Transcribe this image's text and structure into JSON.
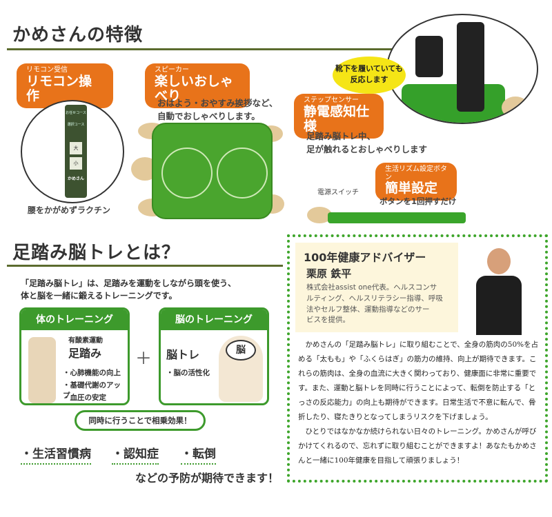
{
  "section1": {
    "title": "かめさんの特徴"
  },
  "remote": {
    "small": "リモコン受信",
    "big": "リモコン操作",
    "caption": "腰をかがめずラクチン",
    "panel_brand": "かめさん",
    "panel_lines": [
      "お任せコース",
      "選択コース",
      "大",
      "小"
    ]
  },
  "speaker": {
    "small": "スピーカー",
    "big": "楽しいおしゃべり",
    "text": "おはよう・おやすみ挨拶など、自動でおしゃべりします。"
  },
  "sensor": {
    "small": "ステップセンサー",
    "big": "静電感知仕様",
    "text_lines": [
      "足踏み脳トレ中、",
      "足が触れるとおしゃべりします"
    ]
  },
  "socks": {
    "lines": [
      "靴下を履いていても",
      "反応します"
    ]
  },
  "easy": {
    "small": "生活リズム設定ボタン",
    "big": "簡単設定",
    "power": "電源スイッチ",
    "button": "ボタンを1回押すだけ"
  },
  "section2": {
    "title": "足踏み脳トレとは？",
    "intro_lines": [
      "「足踏み脳トレ」は、足踏みを運動をしながら頭を使う、",
      "体と脳を一緒に鍛えるトレーニングです。"
    ]
  },
  "body_training": {
    "header": "体のトレーニング",
    "sub": "有酸素運動",
    "main": "足踏み",
    "bullets": [
      "・心肺機能の向上",
      "・基礎代謝のアップ",
      "・血圧の安定"
    ]
  },
  "plus": "＋",
  "brain_training": {
    "header": "脳のトレーニング",
    "main": "脳トレ",
    "bullet": "・脳の活性化",
    "head_text": "脳"
  },
  "synergy": "同時に行うことで相乗効果！",
  "diseases": [
    "・生活習慣病",
    "・認知症",
    "・転倒"
  ],
  "prevention": "などの予防が期待できます！",
  "advisor": {
    "role": "100年健康アドバイザー",
    "name": "栗原 鉄平",
    "bio_lines": [
      "株式会社assist one代表。ヘルスコンサ",
      "ルティング、ヘルスリテラシー指導、呼吸",
      "法やセルフ整体、運動指導などのサー",
      "ビスを提供。"
    ]
  },
  "article": [
    "かめさんの「足踏み脳トレ」に取り組むことで、全身の筋肉の50%を占める「太もも」や「ふくらはぎ」の筋力の維持、向上が期待できます。これらの筋肉は、全身の血流に大きく関わっており、健康面に非常に重要です。また、運動と脳トレを同時に行うことによって、転倒を防止する「とっさの反応能力」の向上も期待ができます。日常生活で不意に転んで、骨折したり、寝たきりとなってしまうリスクを下げましょう。",
    "ひとりではなかなか続けられない日々のトレーニング。かめさんが呼びかけてくれるので、忘れずに取り組むことができますよ！あなたもかめさんと一緒に100年健康を目指して頑張りましょう！"
  ],
  "colors": {
    "accent": "#e8731a",
    "green": "#3d9a2c",
    "rule": "#5b6b2e"
  }
}
